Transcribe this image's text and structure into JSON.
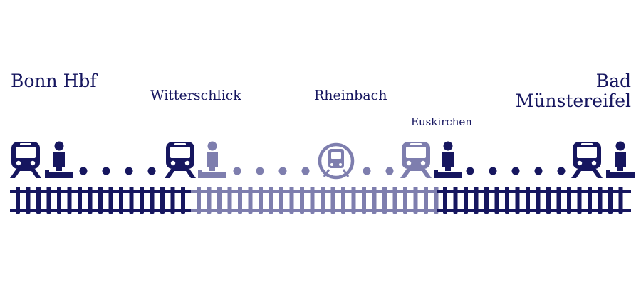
{
  "stations": [
    {
      "name": "Bonn Hbf",
      "line1": "Bonn Hbf",
      "line2": "",
      "status": "active",
      "icons": [
        "train-icon",
        "person-icon"
      ]
    },
    {
      "name": "Witterschlick",
      "line1": "Witterschlick",
      "line2": "",
      "status": "inactive",
      "icons": [
        "train-icon",
        "person-icon"
      ]
    },
    {
      "name": "Rheinbach",
      "line1": "Rheinbach",
      "line2": "",
      "status": "inactive",
      "icons": [
        "metro-icon"
      ]
    },
    {
      "name": "Euskirchen",
      "line1": "Euskirchen",
      "line2": "",
      "status": "mixed",
      "icons": [
        "train-icon",
        "person-icon"
      ]
    },
    {
      "name": "Bad Münstereifel",
      "line1": "Bad",
      "line2": "Münstereifel",
      "status": "active",
      "icons": [
        "train-icon",
        "person-icon"
      ]
    }
  ],
  "track_segments": [
    {
      "from": "Bonn Hbf",
      "to": "Witterschlick",
      "status": "active"
    },
    {
      "from": "Witterschlick",
      "to": "Euskirchen",
      "status": "inactive"
    },
    {
      "from": "Euskirchen",
      "to": "Bad Münstereifel",
      "status": "active"
    }
  ],
  "colors": {
    "active": "#16165f",
    "inactive": "#7e7eae",
    "background": "#ffffff"
  }
}
